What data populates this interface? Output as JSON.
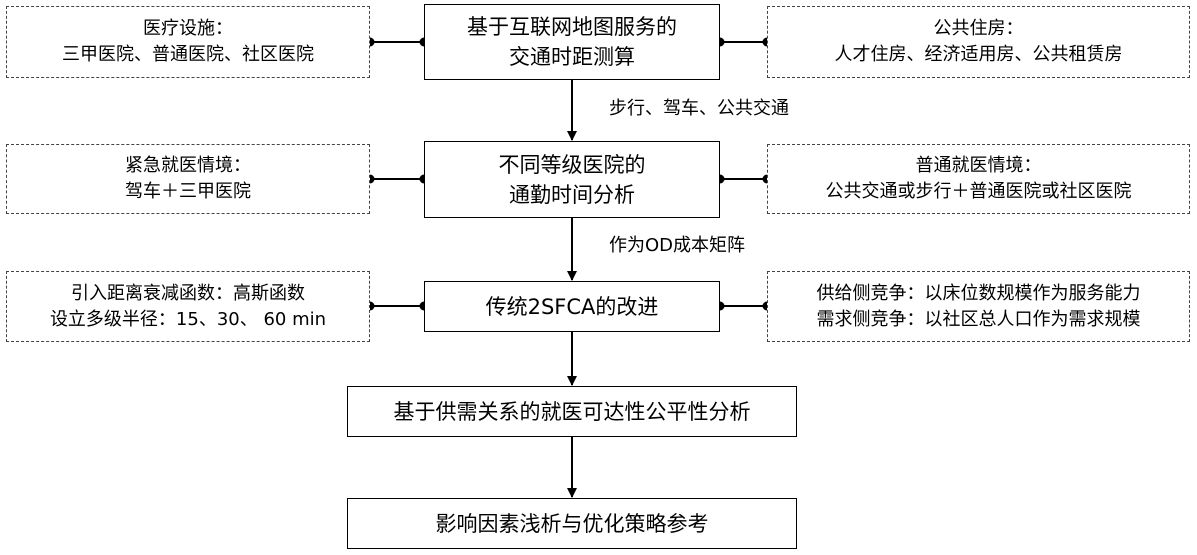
{
  "main_steps": [
    {
      "lines": [
        "基于互联网地图服务的",
        "交通时距测算"
      ]
    },
    {
      "lines": [
        "不同等级医院的",
        "通勤时间分析"
      ]
    },
    {
      "lines": [
        "传统2SFCA的改进"
      ]
    },
    {
      "lines": [
        "基于供需关系的就医可达性公平性分析"
      ]
    },
    {
      "lines": [
        "影响因素浅析与优化策略参考"
      ]
    }
  ],
  "edge_labels": [
    "步行、驾车、公共交通",
    "作为OD成本矩阵"
  ],
  "left_notes": [
    {
      "lines": [
        "医疗设施：",
        "三甲医院、普通医院、社区医院"
      ]
    },
    {
      "lines": [
        "紧急就医情境：",
        "驾车＋三甲医院"
      ]
    },
    {
      "lines": [
        "引入距离衰减函数：高斯函数",
        "设立多级半径：15、30、 60 min"
      ]
    }
  ],
  "right_notes": [
    {
      "lines": [
        "公共住房：",
        "人才住房、经济适用房、公共租赁房"
      ]
    },
    {
      "lines": [
        "普通就医情境：",
        "公共交通或步行＋普通医院或社区医院"
      ]
    },
    {
      "lines": [
        "供给侧竞争：以床位数规模作为服务能力",
        "需求侧竞争：以社区总人口作为需求规模"
      ]
    }
  ]
}
